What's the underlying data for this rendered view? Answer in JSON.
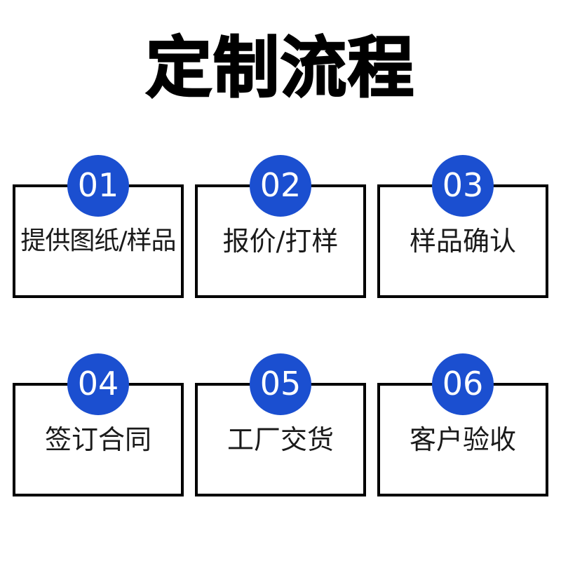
{
  "page": {
    "title": "定制流程",
    "background_color": "#ffffff",
    "accent_color": "#1b4fd0",
    "border_color": "#000000",
    "text_color": "#1a1a1a"
  },
  "steps": [
    {
      "number": "01",
      "label": "提供图纸/样品"
    },
    {
      "number": "02",
      "label": "报价/打样"
    },
    {
      "number": "03",
      "label": "样品确认"
    },
    {
      "number": "04",
      "label": "签订合同"
    },
    {
      "number": "05",
      "label": "工厂交货"
    },
    {
      "number": "06",
      "label": "客户验收"
    }
  ]
}
